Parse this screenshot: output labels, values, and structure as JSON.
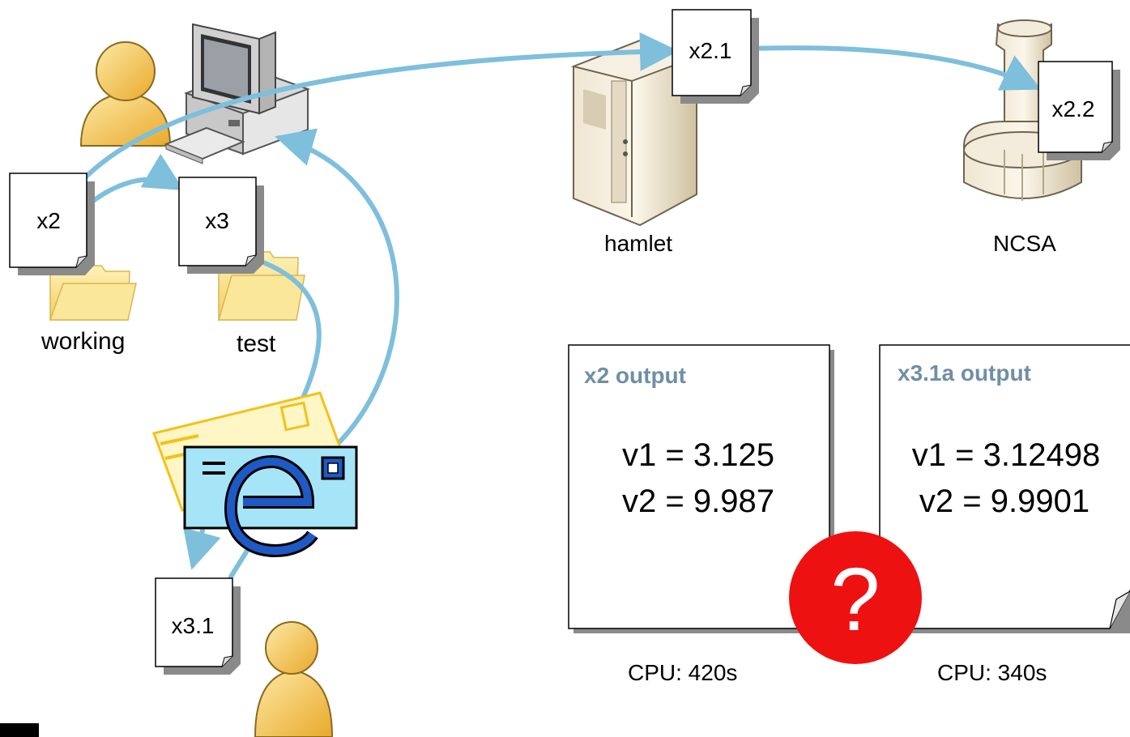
{
  "documents": {
    "x2": "x2",
    "x3": "x3",
    "x2_1": "x2.1",
    "x2_2": "x2.2",
    "x3_1": "x3.1"
  },
  "folders": {
    "working": "working",
    "test": "test"
  },
  "machines": {
    "hamlet": "hamlet",
    "ncsa": "NCSA"
  },
  "outputs": {
    "left": {
      "title": "x2 output",
      "v1": "v1 = 3.125",
      "v2": "v2 = 9.987",
      "cpu": "CPU: 420s"
    },
    "right": {
      "title": "x3.1a output",
      "v1": "v1 = 3.12498",
      "v2": "v2 = 9.9901",
      "cpu": "CPU: 340s"
    }
  },
  "question_mark": "?",
  "colors": {
    "arrow": "#7ebfdc",
    "question": "#ee1111",
    "output_title": "#6f8fa6",
    "person": "#f2c14e"
  }
}
